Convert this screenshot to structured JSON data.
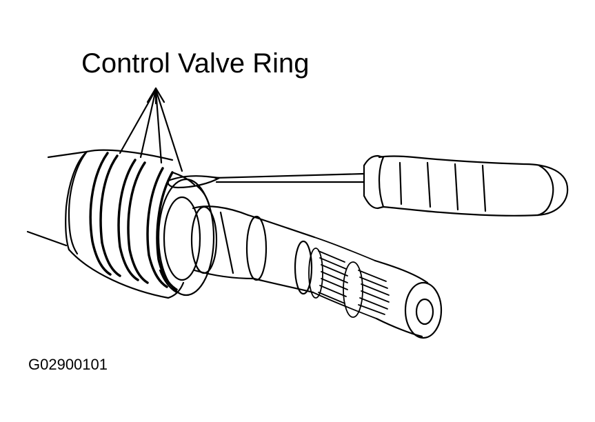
{
  "diagram": {
    "callout_label": "Control Valve Ring",
    "figure_code": "G02900101",
    "parts": [
      "valve-housing",
      "control-valve-ring",
      "shaft",
      "splines",
      "screwdriver"
    ]
  },
  "colors": {
    "ink": "#000000",
    "paper": "#ffffff"
  }
}
